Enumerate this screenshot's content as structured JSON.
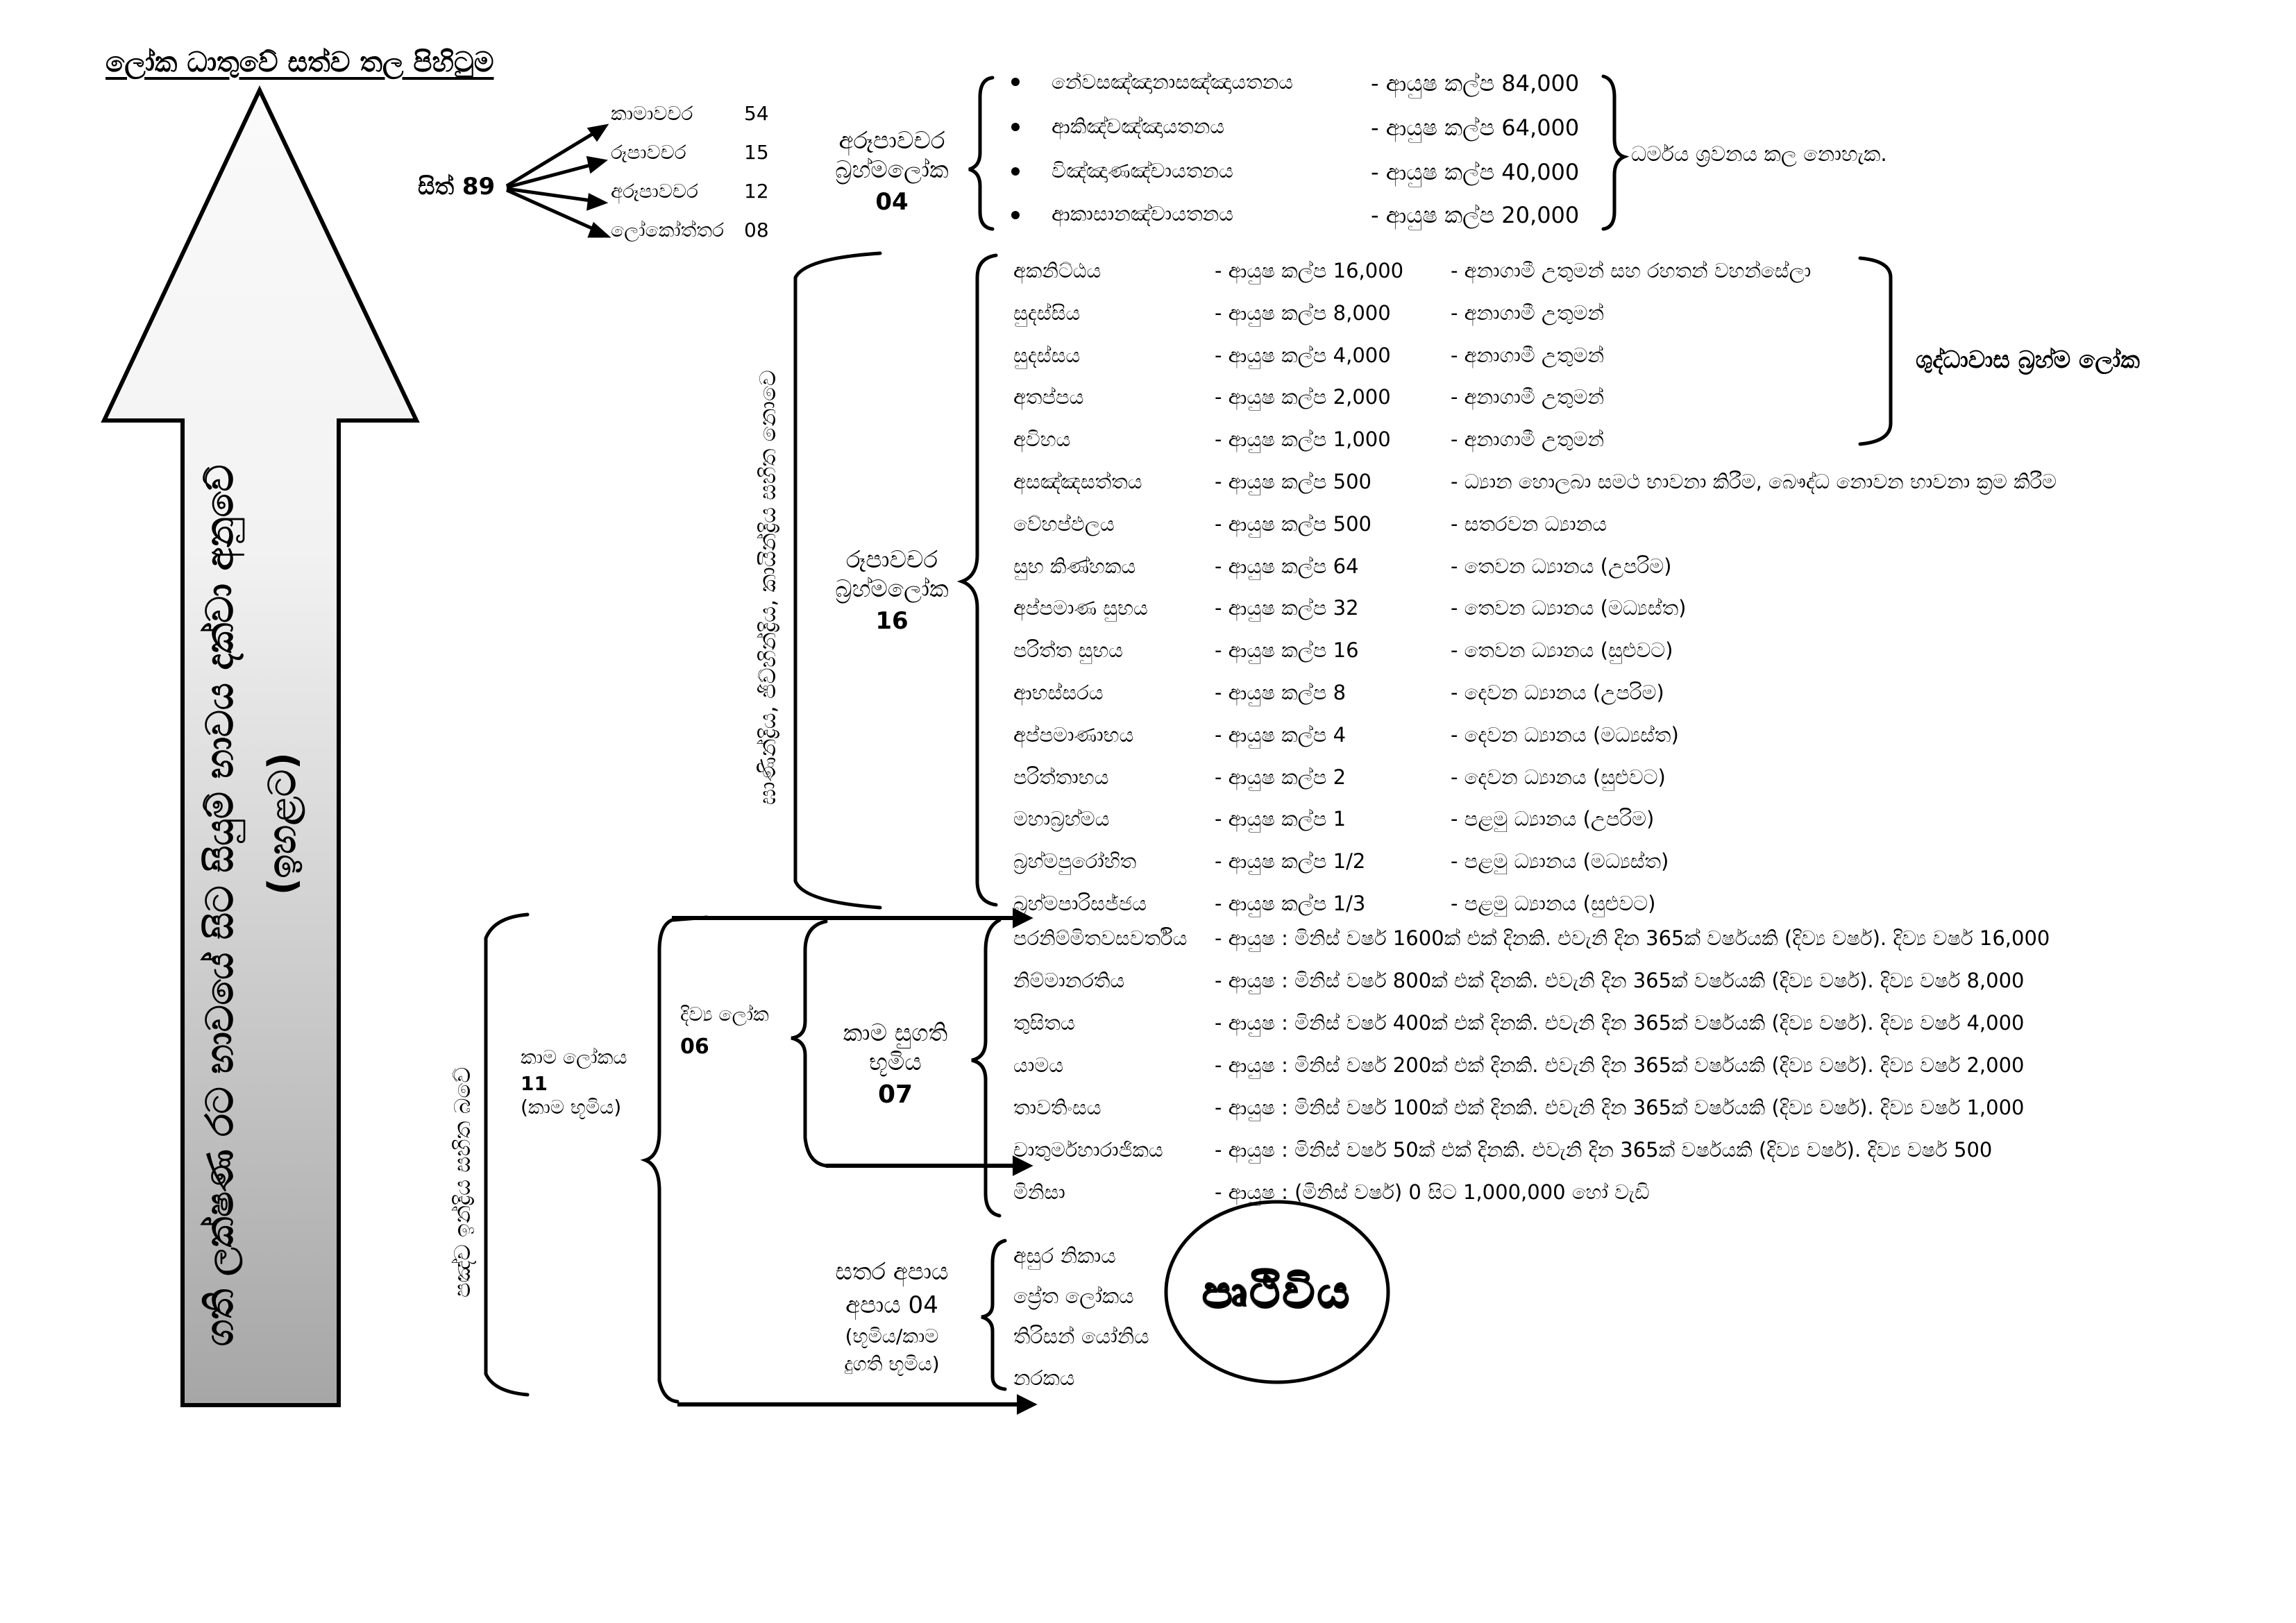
{
  "title": "ලෝක ධාතුවේ සත්ව තල පිහිටුම",
  "arrow": {
    "line1": "ගති ලක්ෂණ රට භාවයේ සිට සියුම් භාවය දක්වා අනුවේ",
    "line2": "(ඉහළට)",
    "gradient_top": "#fafafa",
    "gradient_bottom": "#a6a6a6"
  },
  "citta": {
    "label": "සිත් 89",
    "items": [
      {
        "name": "කාමාවචර",
        "count": "54"
      },
      {
        "name": "රූපාවචර",
        "count": "15"
      },
      {
        "name": "අරූපාවචර",
        "count": "12"
      },
      {
        "name": "ලෝකෝත්තර",
        "count": "08"
      }
    ]
  },
  "arupa": {
    "label_line1": "අරූපාවචර",
    "label_line2": "බ්‍රහ්මලෝක",
    "label_line3": "04",
    "items": [
      {
        "name": "නේවසඤ්ඤානාසඤ්ඤායතනය",
        "life": "- ආයුෂ කල්ප 84,000"
      },
      {
        "name": "ආකිඤ්චඤ්ඤායතනය",
        "life": "- ආයුෂ කල්ප 64,000"
      },
      {
        "name": "විඤ්ඤාණඤ්චායතනය",
        "life": "- ආයුෂ කල්ප 40,000"
      },
      {
        "name": "ආකාසානඤ්චායතනය",
        "life": "- ආයුෂ කල්ප 20,000"
      }
    ],
    "note": "ධර්මය ශ්‍රවනය කල නොහැක."
  },
  "rupa": {
    "label_line1": "රූපාවචර",
    "label_line2": "බ්‍රහ්මලෝක",
    "label_line3": "16",
    "side_vertical": "ඝාණින්ද්‍රිය, ජිව්හින්ද්‍රිය, කායින්ද්‍රිය සහිත නොවෙ",
    "suddhavasa_label": "ශුද්ධාවාස බ්‍රහ්ම ලෝක",
    "items": [
      {
        "name": "අකනිට්ඨය",
        "life": "- ආයුෂ කල්ප 16,000",
        "desc": "- අනාගාමී උතුමන් සහ රහතන් වහන්සේලා"
      },
      {
        "name": "සුදස්සිය",
        "life": "- ආයුෂ කල්ප 8,000",
        "desc": "- අනාගාමී උතුමන්"
      },
      {
        "name": "සුදස්සය",
        "life": "- ආයුෂ කල්ප 4,000",
        "desc": "- අනාගාමී උතුමන්"
      },
      {
        "name": "අතප්පය",
        "life": "- ආයුෂ කල්ප 2,000",
        "desc": "- අනාගාමී උතුමන්"
      },
      {
        "name": "අවිහය",
        "life": "- ආයුෂ කල්ප 1,000",
        "desc": "- අනාගාමී උතුමන්"
      },
      {
        "name": "අසඤ්ඤසත්තය",
        "life": "- ආයුෂ කල්ප 500",
        "desc": "- ධ්‍යාන හොලබා සමථ භාවනා කිරීම, බෞද්ධ නොවන භාවනා ක්‍රම කිරීම"
      },
      {
        "name": "වේහප්ඵලය",
        "life": "- ආයුෂ කල්ප 500",
        "desc": "- සතරවන ධ්‍යානය"
      },
      {
        "name": "සුභ කිණ්හකය",
        "life": "- ආයුෂ කල්ප 64",
        "desc": "- තෙවන ධ්‍යානය (උපරිම)"
      },
      {
        "name": "අප්පමාණ සුභය",
        "life": "- ආයුෂ කල්ප 32",
        "desc": "- තෙවන ධ්‍යානය (මධ්‍යස්ත)"
      },
      {
        "name": "පරිත්ත සුභය",
        "life": "- ආයුෂ කල්ප 16",
        "desc": "- තෙවන ධ්‍යානය (සුළුවට)"
      },
      {
        "name": "ආභස්සරය",
        "life": "- ආයුෂ කල්ප 8",
        "desc": "- දෙවන ධ්‍යානය (උපරිම)"
      },
      {
        "name": "අප්පමාණාභය",
        "life": "- ආයුෂ කල්ප 4",
        "desc": "- දෙවන ධ්‍යානය (මධ්‍යස්ත)"
      },
      {
        "name": "පරිත්තාභය",
        "life": "- ආයුෂ කල්ප 2",
        "desc": "- දෙවන ධ්‍යානය (සුළුවට)"
      },
      {
        "name": "මහාබ්‍රහ්මය",
        "life": "- ආයුෂ කල්ප 1",
        "desc": "- පළමු ධ්‍යානය (උපරිම)"
      },
      {
        "name": "බ්‍රහ්මපුරෝහිත",
        "life": "- ආයුෂ කල්ප 1/2",
        "desc": "- පළමු ධ්‍යානය (මධ්‍යස්ත)"
      },
      {
        "name": "බ්‍රහ්මපාරිසජ්ජය",
        "life": "- ආයුෂ කල්ප 1/3",
        "desc": "- පළමු ධ්‍යානය (සුළුවට)"
      }
    ]
  },
  "kama": {
    "side_vertical": "පඤ්ච ඉන්ද්‍රිය සහිත බවේ",
    "label_line1": "කාම ලෝකය",
    "label_line2": "11",
    "label_line3": "(කාම භූමිය)",
    "deva_line1": "දිව්‍ය ලෝක",
    "deva_line2": "06",
    "sugati_line1": "කාම සුගති",
    "sugati_line2": "භූමිය",
    "sugati_line3": "07",
    "items": [
      {
        "name": "පරනිම්මිතවසවර්තිය",
        "life": "- ආයුෂ : මිනිස් වර්ෂ 1600ක් එක් දිනකි. එවැනි දින 365ක් වර්ෂයකි (දිව්‍ය වර්ෂ). දිව්‍ය වර්ෂ 16,000"
      },
      {
        "name": "නිම්මානරතිය",
        "life": "- ආයුෂ : මිනිස් වර්ෂ 800ක් එක් දිනකි. එවැනි දින 365ක් වර්ෂයකි (දිව්‍ය වර්ෂ). දිව්‍ය වර්ෂ 8,000"
      },
      {
        "name": "තුසිතය",
        "life": "- ආයුෂ : මිනිස් වර්ෂ 400ක් එක් දිනකි. එවැනි දින 365ක් වර්ෂයකි (දිව්‍ය වර්ෂ). දිව්‍ය වර්ෂ 4,000"
      },
      {
        "name": "යාමය",
        "life": "- ආයුෂ : මිනිස් වර්ෂ 200ක් එක් දිනකි. එවැනි දින 365ක් වර්ෂයකි (දිව්‍ය වර්ෂ). දිව්‍ය වර්ෂ 2,000"
      },
      {
        "name": "තාවතිංසය",
        "life": "- ආයුෂ : මිනිස් වර්ෂ 100ක් එක් දිනකි. එවැනි දින 365ක් වර්ෂයකි (දිව්‍ය වර්ෂ). දිව්‍ය වර්ෂ 1,000"
      },
      {
        "name": "චාතුර්මහාරාජිකය",
        "life": "- ආයුෂ : මිනිස් වර්ෂ 50ක් එක් දිනකි. එවැනි දින 365ක් වර්ෂයකි (දිව්‍ය වර්ෂ). දිව්‍ය වර්ෂ 500"
      },
      {
        "name": "මිනිසා",
        "life": "- ආයුෂ : (මිනිස් වර්ෂ) 0 සිට 1,000,000 හෝ වැඩි"
      }
    ]
  },
  "apaya": {
    "label_line1": "සතර අපාය",
    "label_line2": "අපාය 04",
    "label_line3": "(භූමිය/කාම",
    "label_line4": "දුගති භූමිය)",
    "items": [
      "අසුර නිකාය",
      "ප්‍රේත ලෝකය",
      "තිරිසන් යෝනිය",
      "නරකය"
    ]
  },
  "earth": {
    "label": "පෘථිවිය"
  }
}
